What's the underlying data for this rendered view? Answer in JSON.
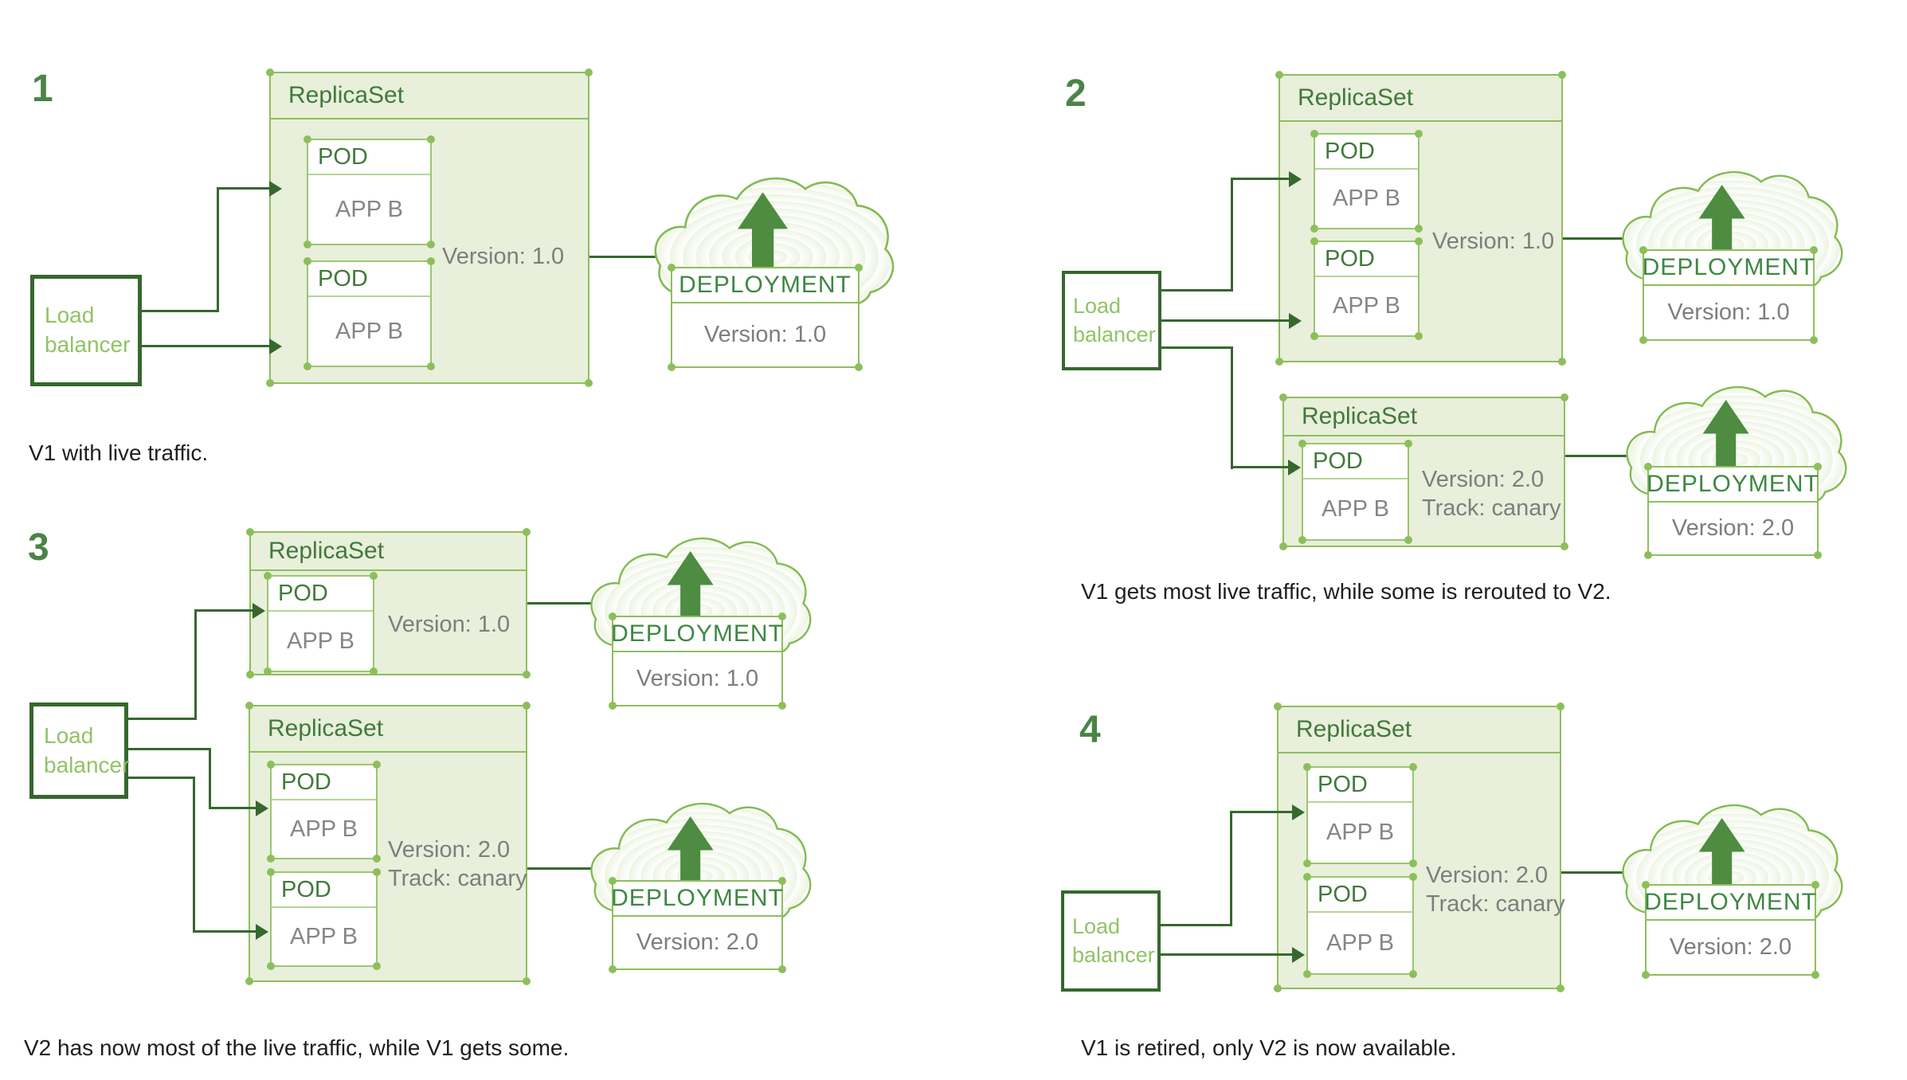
{
  "labels": {
    "replicaset": "ReplicaSet",
    "pod": "POD",
    "app": "APP B",
    "deployment": "DEPLOYMENT",
    "load_balancer": "Load balancer"
  },
  "colors": {
    "dark_green": "#36682e",
    "mid_green": "#4a8447",
    "box_border_green": "#8fbe5d",
    "box_fill_green": "#e8efdb",
    "label_green": "#41793b",
    "light_green_text": "#91c366",
    "gray_text": "#7e7e7e",
    "cloud_arrow_green": "#4e8c41",
    "caption_color": "#1f1f1f"
  },
  "panels": [
    {
      "number": "1",
      "caption": "V1 with live traffic.",
      "replicasets": [
        {
          "version": "Version: 1.0",
          "track": ""
        }
      ],
      "deployments": [
        {
          "version": "Version: 1.0"
        }
      ]
    },
    {
      "number": "2",
      "caption": "V1 gets most live traffic, while some is rerouted to V2.",
      "replicasets": [
        {
          "version": "Version: 1.0",
          "track": ""
        },
        {
          "version": "Version: 2.0",
          "track": "Track: canary"
        }
      ],
      "deployments": [
        {
          "version": "Version: 1.0"
        },
        {
          "version": "Version: 2.0"
        }
      ]
    },
    {
      "number": "3",
      "caption": "V2 has now most of the live traffic, while V1 gets some.",
      "replicasets": [
        {
          "version": "Version: 1.0",
          "track": ""
        },
        {
          "version": "Version: 2.0",
          "track": "Track: canary"
        }
      ],
      "deployments": [
        {
          "version": "Version: 1.0"
        },
        {
          "version": "Version: 2.0"
        }
      ]
    },
    {
      "number": "4",
      "caption": "V1 is retired, only V2 is now available.",
      "replicasets": [
        {
          "version": "Version: 2.0",
          "track": "Track: canary"
        }
      ],
      "deployments": [
        {
          "version": "Version: 2.0"
        }
      ]
    }
  ]
}
